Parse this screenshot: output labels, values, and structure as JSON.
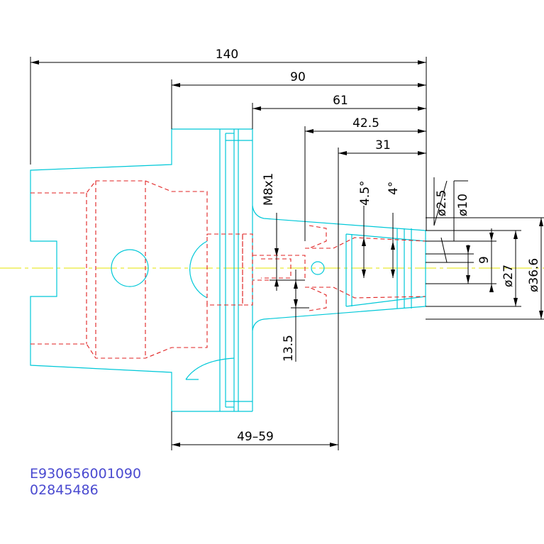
{
  "dimensions": {
    "overall_length": "140",
    "flange_to_tip": "90",
    "d61": "61",
    "d42_5": "42.5",
    "d31": "31",
    "thread": "M8x1",
    "angle_outer": "4.5°",
    "angle_inner": "4°",
    "dia_2_5": "ø2.5",
    "dia_10": "ø10",
    "dia_27": "ø27",
    "dia_36_6": "ø36.6",
    "nine": "9",
    "depth_13_5": "13.5",
    "range_49_59": "49–59"
  },
  "codes": {
    "line1": "E930656001090",
    "line2": "02845486"
  },
  "colors": {
    "outline": "#00c8d8",
    "hidden": "#e02020",
    "dimension": "#000000",
    "centerline": "#e6e600",
    "code_text": "#4a4ad0"
  }
}
